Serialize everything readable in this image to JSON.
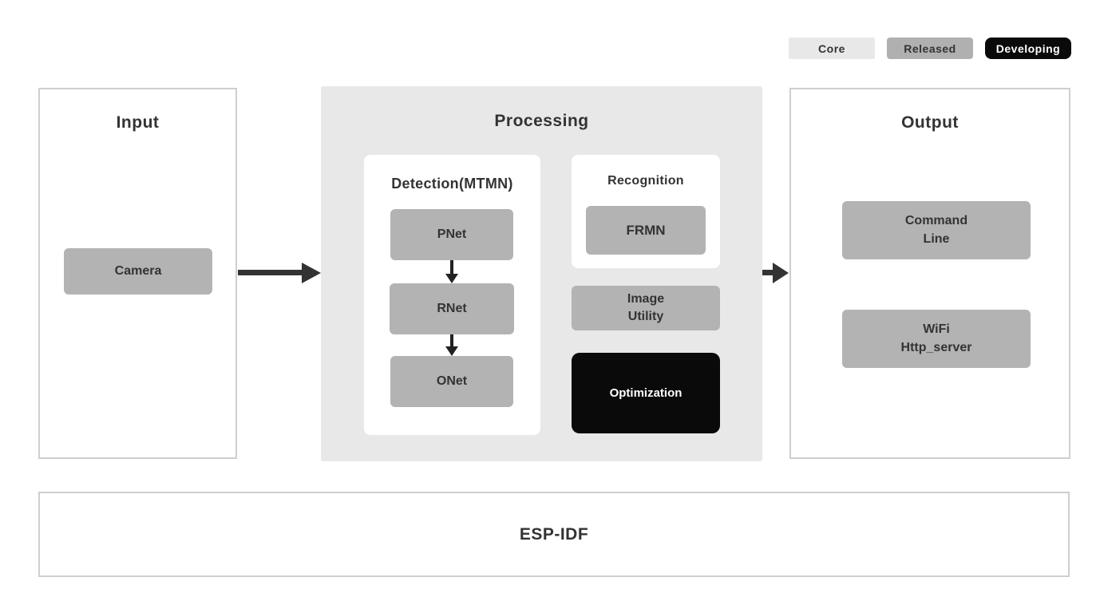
{
  "legend": {
    "core": "Core",
    "released": "Released",
    "developing": "Developing"
  },
  "input": {
    "title": "Input",
    "camera": "Camera"
  },
  "processing": {
    "title": "Processing",
    "detection": {
      "title": "Detection(MTMN)",
      "nodes": [
        "PNet",
        "RNet",
        "ONet"
      ]
    },
    "recognition": {
      "title": "Recognition",
      "node": "FRMN"
    },
    "image_utility": "Image\nUtility",
    "optimization": "Optimization"
  },
  "output": {
    "title": "Output",
    "command_line": "Command\nLine",
    "wifi_server": "WiFi\nHttp_server"
  },
  "foundation": {
    "title": "ESP-IDF"
  },
  "colors": {
    "core_fill": "#e8e8e8",
    "released_fill": "#b0b0b0",
    "developing_fill": "#0a0a0a",
    "node_gray": "#b3b3b3",
    "processing_background": "#e8e8e8",
    "panel_border": "#cfcfcf",
    "arrow": "#333333",
    "text_dark": "#333333",
    "text_light": "#ffffff"
  }
}
